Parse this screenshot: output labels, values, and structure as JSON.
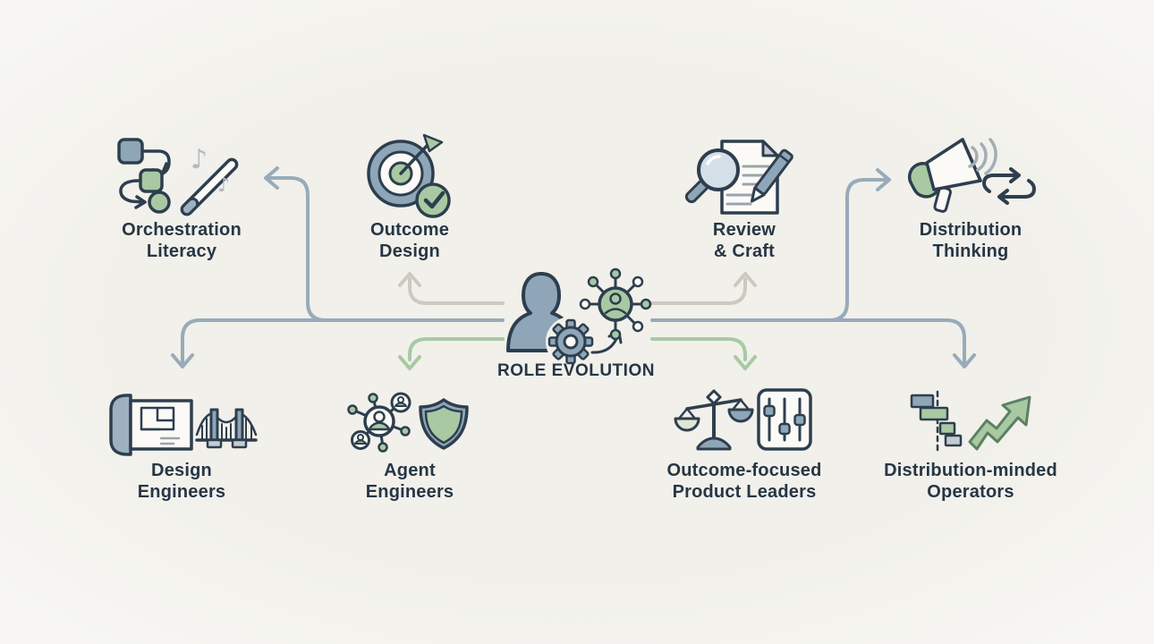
{
  "center": {
    "title": "ROLE EVOLUTION",
    "icons": [
      "person-icon",
      "gear-icon",
      "transition-arrow-icon",
      "agent-node-icon"
    ]
  },
  "nodes": {
    "orchestration_literacy": {
      "line1": "Orchestration",
      "line2": "Literacy",
      "icons": [
        "workflow-icon",
        "conductor-baton-icon",
        "music-note-icon"
      ]
    },
    "outcome_design": {
      "line1": "Outcome",
      "line2": "Design",
      "icons": [
        "target-arrow-icon",
        "check-circle-icon"
      ]
    },
    "review_craft": {
      "line1": "Review",
      "line2": "& Craft",
      "icons": [
        "document-icon",
        "magnifier-icon",
        "pen-icon"
      ]
    },
    "distribution_thinking": {
      "line1": "Distribution",
      "line2": "Thinking",
      "icons": [
        "megaphone-icon",
        "repeat-cycle-icon"
      ]
    },
    "design_engineers": {
      "line1": "Design",
      "line2": "Engineers",
      "icons": [
        "blueprint-icon",
        "bridge-icon"
      ]
    },
    "agent_engineers": {
      "line1": "Agent",
      "line2": "Engineers",
      "icons": [
        "agent-network-icon",
        "shield-icon"
      ]
    },
    "product_leaders": {
      "line1": "Outcome-focused",
      "line2": "Product Leaders",
      "icons": [
        "balance-scale-icon",
        "sliders-icon"
      ]
    },
    "operators": {
      "line1": "Distribution-minded",
      "line2": "Operators",
      "icons": [
        "gantt-chart-icon",
        "growth-arrow-icon"
      ]
    }
  },
  "connections": [
    {
      "from": "role-evolution",
      "to": "orchestration-literacy",
      "style": "steel"
    },
    {
      "from": "role-evolution",
      "to": "outcome-design",
      "style": "gray"
    },
    {
      "from": "role-evolution",
      "to": "review-craft",
      "style": "gray"
    },
    {
      "from": "role-evolution",
      "to": "distribution-thinking",
      "style": "steel"
    },
    {
      "from": "role-evolution",
      "to": "design-engineers",
      "style": "steel"
    },
    {
      "from": "role-evolution",
      "to": "agent-engineers",
      "style": "green"
    },
    {
      "from": "role-evolution",
      "to": "outcome-focused-product-leaders",
      "style": "green"
    },
    {
      "from": "role-evolution",
      "to": "distribution-minded-operators",
      "style": "steel"
    }
  ],
  "colors": {
    "bg_center": "#f1f0ea",
    "bg_edge": "#f8f7f4",
    "outline": "#2e3e4e",
    "steel": "#8ea6b8",
    "steel_light": "#9db1c0",
    "steel_pale": "#c3ccd3",
    "green": "#a8c9a2",
    "green_dark": "#5b8160",
    "line_steel": "#97abbb",
    "line_gray": "#cdc9bf",
    "line_green": "#a8c9a4",
    "text": "#263645",
    "paper": "#fbfaf6",
    "note_gray": "#b4bac0",
    "lens": "#d5dfe7",
    "wave_gray": "#a3adb5",
    "text_line_gray": "#9aa4ac"
  }
}
